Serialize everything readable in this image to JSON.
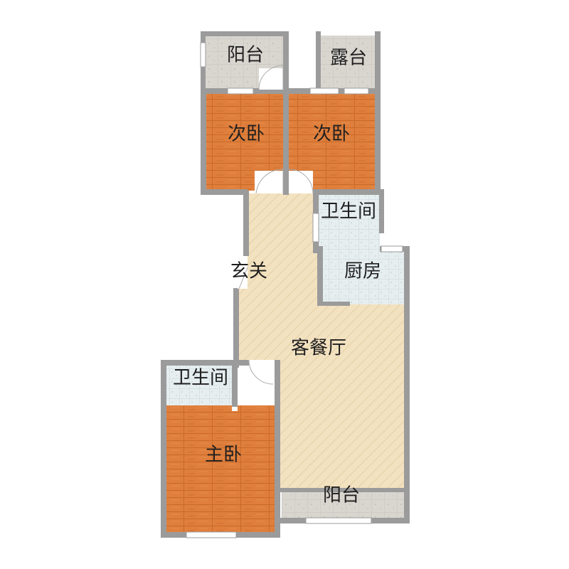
{
  "plan": {
    "rooms": [
      {
        "key": "balcony_top_left",
        "label": "阳台",
        "floor": "stone"
      },
      {
        "key": "terrace",
        "label": "露台",
        "floor": "stone"
      },
      {
        "key": "bedroom_2a",
        "label": "次卧",
        "floor": "wood"
      },
      {
        "key": "bedroom_2b",
        "label": "次卧",
        "floor": "wood"
      },
      {
        "key": "bathroom_top",
        "label": "卫生间",
        "floor": "tile"
      },
      {
        "key": "foyer",
        "label": "玄关",
        "floor": "beige"
      },
      {
        "key": "kitchen",
        "label": "厨房",
        "floor": "tile"
      },
      {
        "key": "living_dining",
        "label": "客餐厅",
        "floor": "beige"
      },
      {
        "key": "bathroom_master",
        "label": "卫生间",
        "floor": "tile"
      },
      {
        "key": "master_bedroom",
        "label": "主卧",
        "floor": "wood"
      },
      {
        "key": "balcony_bottom",
        "label": "阳台",
        "floor": "stone"
      }
    ],
    "colors": {
      "wall": "#9b9b9b",
      "wood": "#e07f3c",
      "beige": "#f3e2c0",
      "tile": "#dfe7e9",
      "stone": "#d9d6d0"
    }
  }
}
